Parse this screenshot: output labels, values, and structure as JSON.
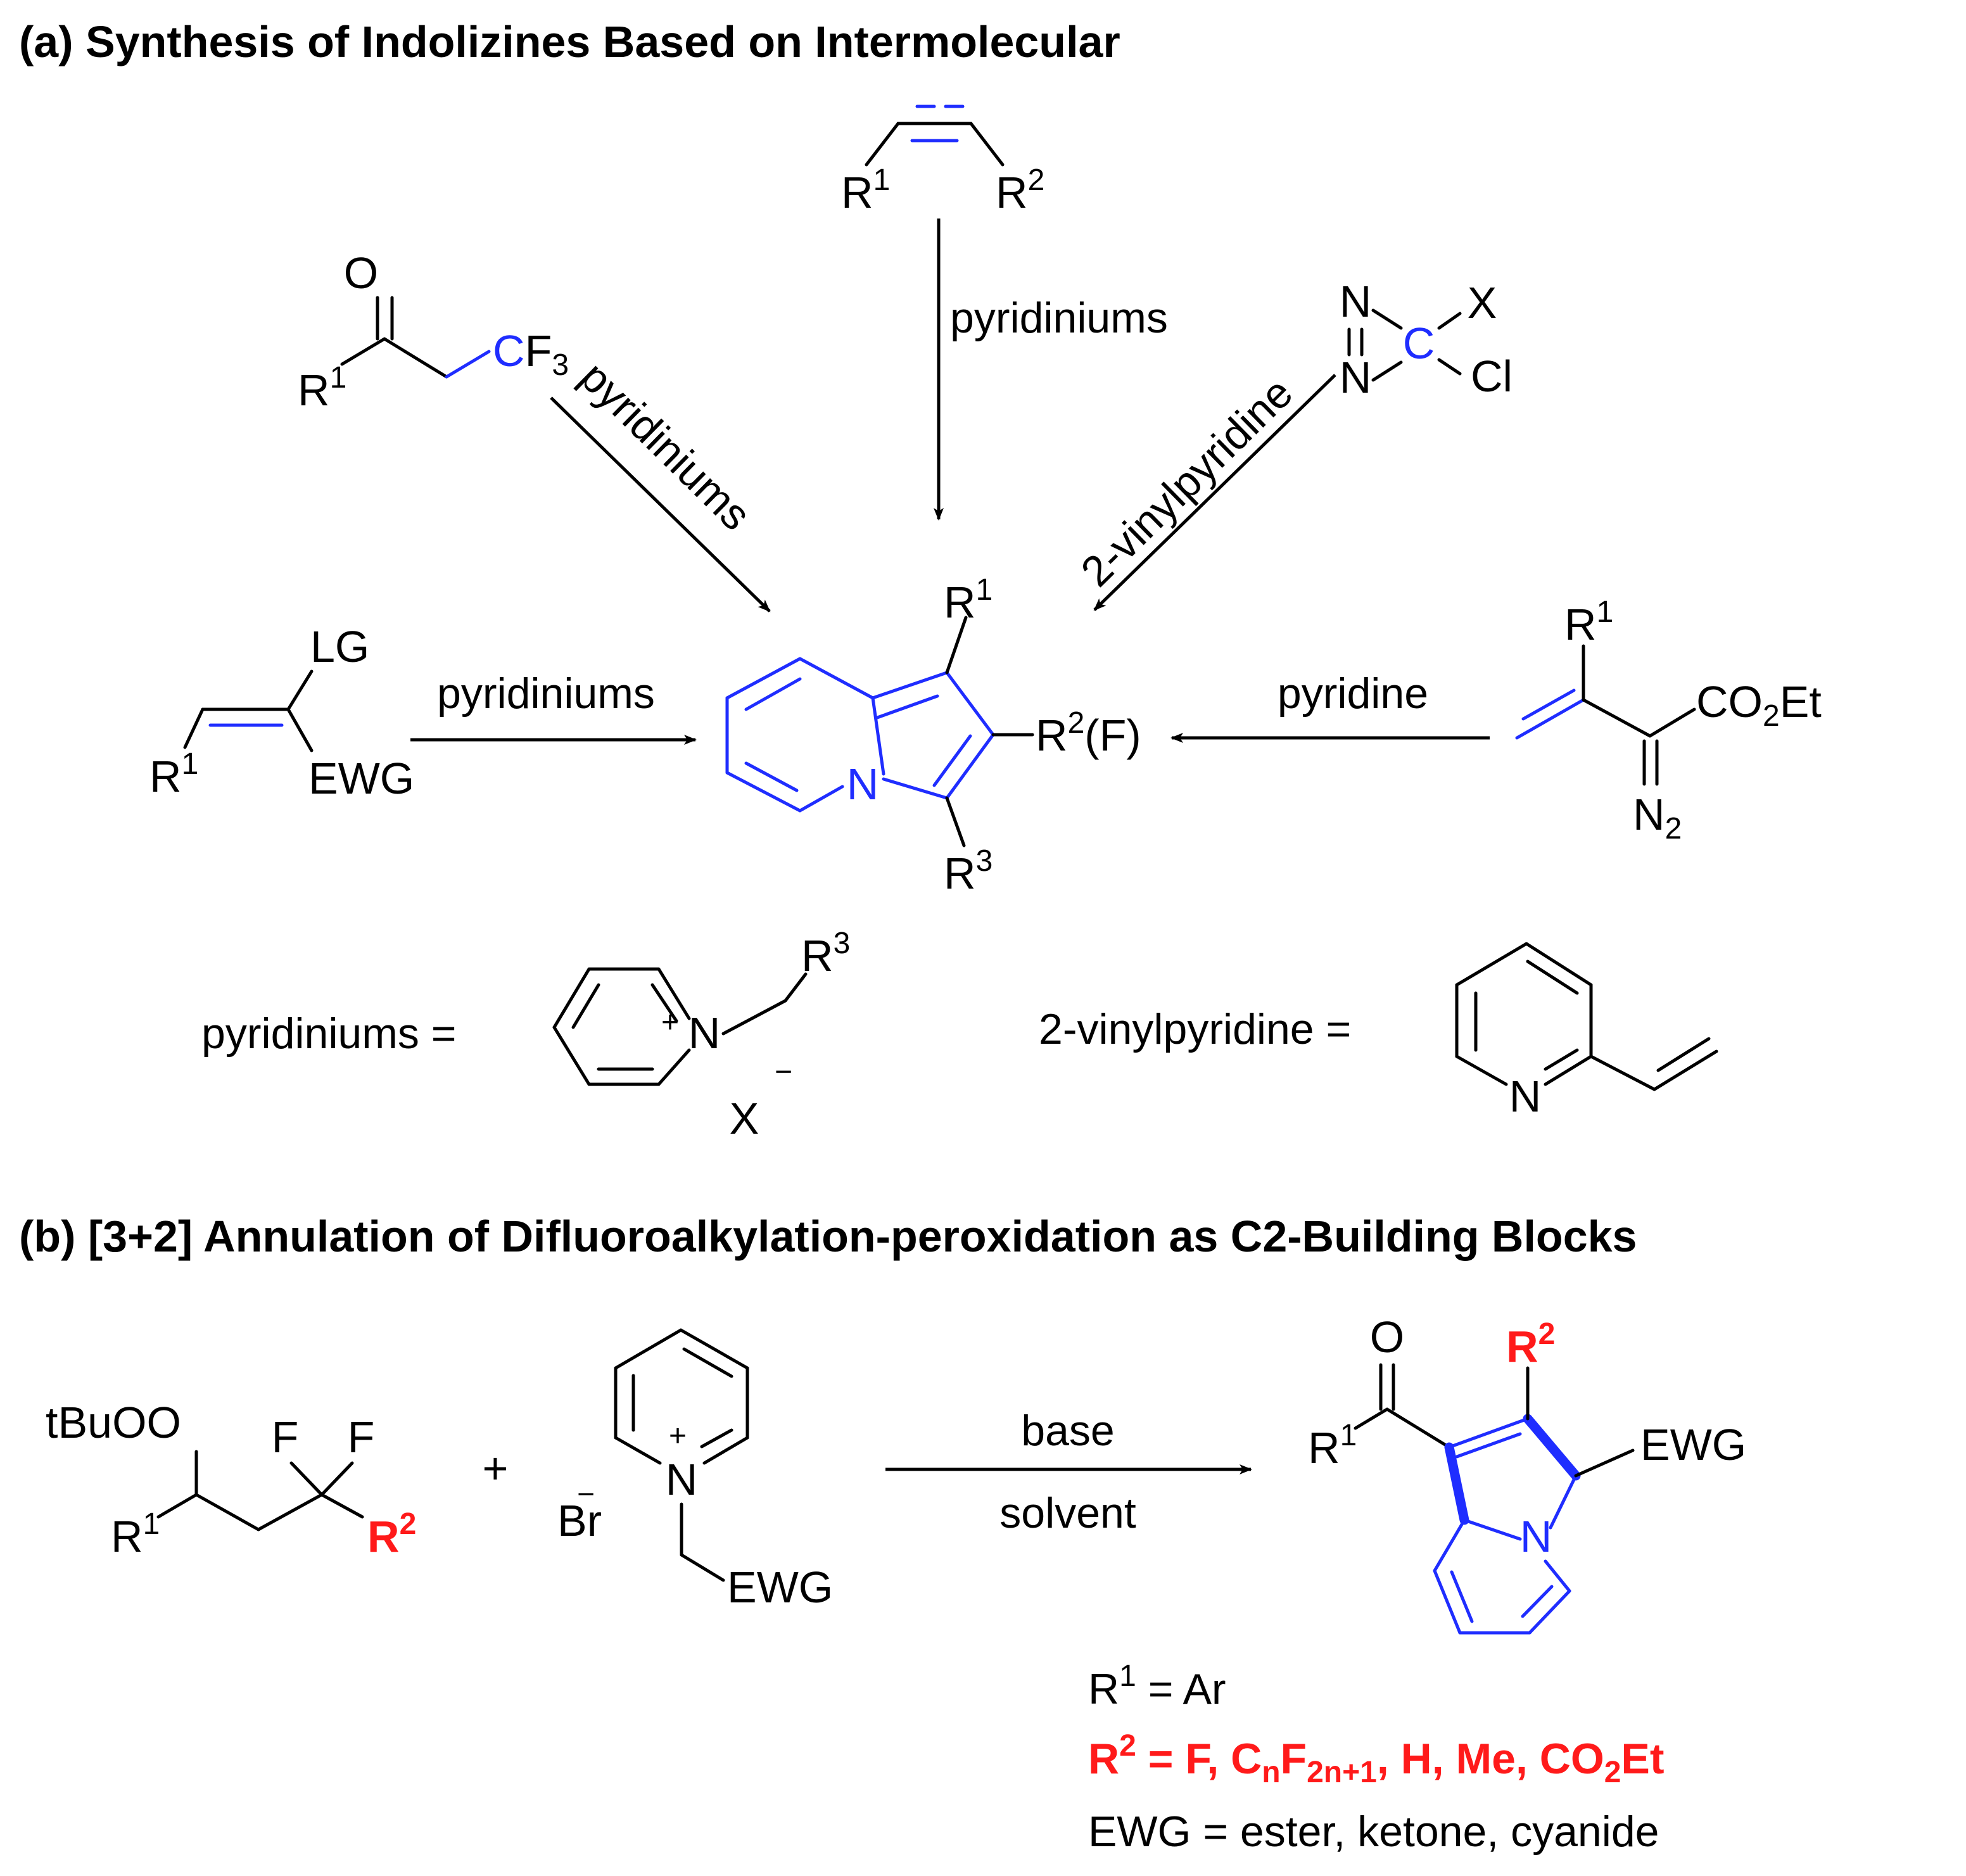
{
  "panel_a": {
    "title": "(a) Synthesis of  Indolizines Based on Intermolecular",
    "labels": {
      "pyridiniums_diag": "pyridiniums",
      "pyridiniums_top": "pyridiniums",
      "vinylpyridine_diag": "2-vinylpyridine",
      "pyridiniums_left": "pyridiniums",
      "pyridine_right": "pyridine"
    },
    "definitions": {
      "pyridiniums": "pyridiniums =",
      "vinylpyridine": "2-vinylpyridine ="
    }
  },
  "panel_b": {
    "title": "(b) [3+2] Annulation of Difluoroalkylation-peroxidation as C2-Building Blocks",
    "conditions": {
      "above": "base",
      "below": "solvent"
    },
    "plus": "+",
    "notes": {
      "r1": "= Ar",
      "r2": "= F, C",
      "r2_tail1": ", H, Me, CO",
      "r2_tail2": "Et",
      "ewg": "EWG = ester, ketone, cyanide"
    }
  },
  "colors": {
    "ring": "#1f2dff",
    "highlight": "#ff1a1a",
    "line": "#000000"
  },
  "atoms": {
    "O": "O",
    "N": "N",
    "C": "C",
    "X": "X",
    "Cl": "Cl",
    "F": "F",
    "Br": "Br",
    "R": "R",
    "LG": "LG",
    "EWG": "EWG",
    "tBuOO": "tBuOO",
    "CO2Et_a": "CO",
    "Et": "Et",
    "F3_F": "F",
    "F3_3": "3",
    "N2_sub": "2",
    "R2F": "(F)",
    "plus": "+",
    "minus": "−",
    "one": "1",
    "two": "2",
    "three": "3",
    "cn_n": "n",
    "cn_sub": "2n+1"
  }
}
